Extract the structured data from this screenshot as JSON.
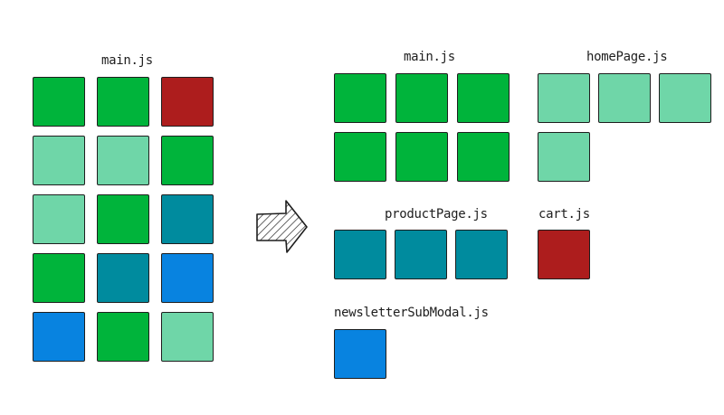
{
  "colors": {
    "green": "#00b43b",
    "mint": "#6fd6a8",
    "red": "#ad1d1d",
    "teal": "#008b9e",
    "blue": "#0883e0",
    "stroke": "#1e1e1e"
  },
  "before": {
    "label": "main.js",
    "rows": [
      [
        "green",
        "green",
        "red"
      ],
      [
        "mint",
        "mint",
        "green"
      ],
      [
        "mint",
        "green",
        "teal"
      ],
      [
        "green",
        "teal",
        "blue"
      ],
      [
        "blue",
        "green",
        "mint"
      ]
    ]
  },
  "after": {
    "groups": [
      {
        "id": "main",
        "label": "main.js",
        "rows": [
          [
            "green",
            "green",
            "green"
          ],
          [
            "green",
            "green",
            "green"
          ]
        ]
      },
      {
        "id": "home",
        "label": "homePage.js",
        "rows": [
          [
            "mint",
            "mint",
            "mint"
          ],
          [
            "mint"
          ]
        ]
      },
      {
        "id": "product",
        "label": "productPage.js",
        "rows": [
          [
            "teal",
            "teal",
            "teal"
          ]
        ]
      },
      {
        "id": "cart",
        "label": "cart.js",
        "rows": [
          [
            "red"
          ]
        ]
      },
      {
        "id": "newsletter",
        "label": "newsletterSubModal.js",
        "rows": [
          [
            "blue"
          ]
        ]
      }
    ]
  }
}
